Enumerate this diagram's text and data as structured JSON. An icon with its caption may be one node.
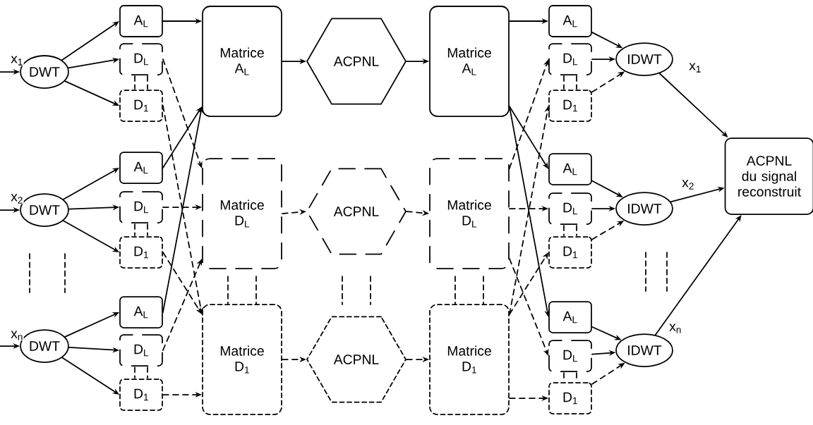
{
  "diagram": {
    "nodes": [
      {
        "text": [
          "DWT"
        ]
      },
      {
        "text": [
          "A$_{L}$"
        ]
      },
      {
        "text": [
          "D$_{L}$"
        ]
      },
      {
        "text": [
          "D$_{1}$"
        ]
      },
      {
        "text": [
          "DWT"
        ]
      },
      {
        "text": [
          "A$_{L}$"
        ]
      },
      {
        "text": [
          "D$_{L}$"
        ]
      },
      {
        "text": [
          "D$_{1}$"
        ]
      },
      {
        "text": [
          "DWT"
        ]
      },
      {
        "text": [
          "A$_{L}$"
        ]
      },
      {
        "text": [
          "D$_{L}$"
        ]
      },
      {
        "text": [
          "D$_{1}$"
        ]
      },
      {
        "text": [
          "Matrice A$_{L}$"
        ]
      },
      {
        "text": [
          "Matrice D$_{L}$"
        ]
      },
      {
        "text": [
          "Matrice D$_{1}$"
        ]
      },
      {
        "text": [
          "ACPNL"
        ]
      },
      {
        "text": [
          "ACPNL"
        ]
      },
      {
        "text": [
          "ACPNL"
        ]
      },
      {
        "text": [
          "Matrice A$_{L}$"
        ]
      },
      {
        "text": [
          "Matrice D$_{L}$"
        ]
      },
      {
        "text": [
          "Matrice D$_{1}$"
        ]
      },
      {
        "text": [
          "A$_{L}$"
        ]
      },
      {
        "text": [
          "D$_{L}$"
        ]
      },
      {
        "text": [
          "D$_{1}$"
        ]
      },
      {
        "text": [
          "A$_{L}$"
        ]
      },
      {
        "text": [
          "D$_{L}$"
        ]
      },
      {
        "text": [
          "D$_{1}$"
        ]
      },
      {
        "text": [
          "A$_{L}$"
        ]
      },
      {
        "text": [
          "D$_{L}$"
        ]
      },
      {
        "text": [
          "D$_{1}$"
        ]
      },
      {
        "text": [
          "IDWT"
        ]
      },
      {
        "text": [
          "IDWT"
        ]
      },
      {
        "text": [
          "IDWT"
        ]
      },
      {
        "text": [
          "ACPNL du signal reconstruit"
        ]
      }
    ],
    "edges": [
      {
        "from": null,
        "to": 0,
        "arrow": "to",
        "label": "x$_{1}$"
      },
      {
        "from": null,
        "to": 4,
        "arrow": "to",
        "label": "x$_{2}$"
      },
      {
        "from": null,
        "to": 8,
        "arrow": "to",
        "label": "x$_{n}$"
      },
      {
        "from": 0,
        "to": 1,
        "arrow": "to"
      },
      {
        "from": 0,
        "to": 2,
        "arrow": "to"
      },
      {
        "from": 0,
        "to": 3,
        "arrow": "to"
      },
      {
        "from": 4,
        "to": 5,
        "arrow": "to"
      },
      {
        "from": 4,
        "to": 6,
        "arrow": "to"
      },
      {
        "from": 4,
        "to": 7,
        "arrow": "to"
      },
      {
        "from": 8,
        "to": 9,
        "arrow": "to"
      },
      {
        "from": 8,
        "to": 10,
        "arrow": "to"
      },
      {
        "from": 8,
        "to": 11,
        "arrow": "to"
      },
      {
        "from": 1,
        "to": 12,
        "arrow": "to"
      },
      {
        "from": 5,
        "to": 12,
        "arrow": "to"
      },
      {
        "from": 9,
        "to": 12,
        "arrow": "to"
      },
      {
        "from": 2,
        "to": 13,
        "arrow": "to",
        "style": "dashed"
      },
      {
        "from": 6,
        "to": 13,
        "arrow": "to",
        "style": "dashed"
      },
      {
        "from": 10,
        "to": 13,
        "arrow": "to",
        "style": "dashed"
      },
      {
        "from": 3,
        "to": 14,
        "arrow": "to",
        "style": "dashed"
      },
      {
        "from": 7,
        "to": 14,
        "arrow": "to",
        "style": "dashed"
      },
      {
        "from": 11,
        "to": 14,
        "arrow": "to",
        "style": "dashed"
      },
      {
        "from": 12,
        "to": 15,
        "arrow": "to"
      },
      {
        "from": 15,
        "to": 18,
        "arrow": "to"
      },
      {
        "from": 13,
        "to": 16,
        "arrow": "to",
        "style": "dashed"
      },
      {
        "from": 16,
        "to": 19,
        "arrow": "to",
        "style": "dashed"
      },
      {
        "from": 14,
        "to": 17,
        "arrow": "to",
        "style": "dashed"
      },
      {
        "from": 17,
        "to": 20,
        "arrow": "to",
        "style": "dashed"
      },
      {
        "from": 18,
        "to": 21,
        "arrow": "to"
      },
      {
        "from": 18,
        "to": 24,
        "arrow": "to"
      },
      {
        "from": 18,
        "to": 27,
        "arrow": "to"
      },
      {
        "from": 19,
        "to": 22,
        "arrow": "to",
        "style": "dashed"
      },
      {
        "from": 19,
        "to": 25,
        "arrow": "to",
        "style": "dashed"
      },
      {
        "from": 19,
        "to": 28,
        "arrow": "to",
        "style": "dashed"
      },
      {
        "from": 20,
        "to": 23,
        "arrow": "to",
        "style": "dashed"
      },
      {
        "from": 20,
        "to": 26,
        "arrow": "to",
        "style": "dashed"
      },
      {
        "from": 20,
        "to": 29,
        "arrow": "to",
        "style": "dashed"
      },
      {
        "from": 21,
        "to": 30,
        "arrow": "to"
      },
      {
        "from": 22,
        "to": 30,
        "arrow": "to"
      },
      {
        "from": 23,
        "to": 30,
        "arrow": "to",
        "style": "dashed"
      },
      {
        "from": 24,
        "to": 31,
        "arrow": "to"
      },
      {
        "from": 25,
        "to": 31,
        "arrow": "to"
      },
      {
        "from": 26,
        "to": 31,
        "arrow": "to",
        "style": "dashed"
      },
      {
        "from": 27,
        "to": 32,
        "arrow": "to"
      },
      {
        "from": 28,
        "to": 32,
        "arrow": "to"
      },
      {
        "from": 29,
        "to": 32,
        "arrow": "to",
        "style": "dashed"
      },
      {
        "from": 30,
        "to": 33,
        "arrow": "to",
        "label": "x$_{1}$"
      },
      {
        "from": 31,
        "to": 33,
        "arrow": "to",
        "label": "x$_{2}$"
      },
      {
        "from": 32,
        "to": 33,
        "arrow": "to",
        "label": "x$_{n}$"
      }
    ]
  }
}
